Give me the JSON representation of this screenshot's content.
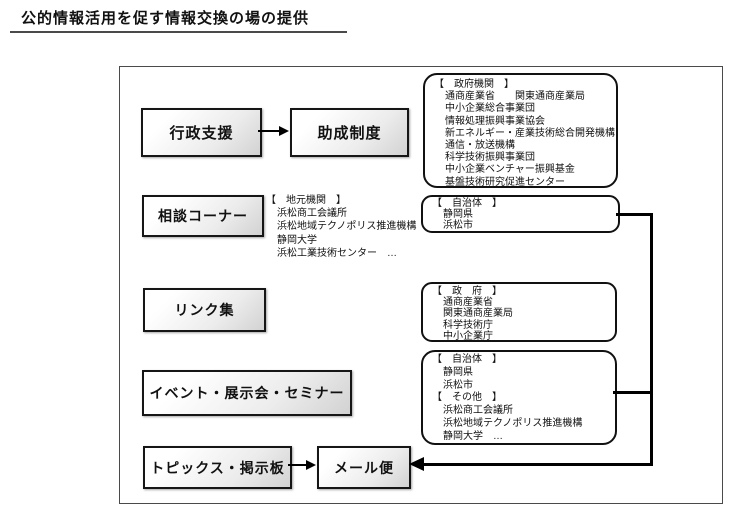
{
  "title": "公的情報活用を促す情報交換の場の提供",
  "flow": {
    "admin_support": "行政支援",
    "subsidy_system": "助成制度",
    "consultation_corner": "相談コーナー",
    "links_collection": "リンク集",
    "events_seminars": "イベント・展示会・セミナー",
    "topics_board": "トピックス・掲示板",
    "mail_service": "メール便"
  },
  "local_institutions": {
    "heading": "【　地元機関　】",
    "items": [
      "浜松商工会議所",
      "浜松地域テクノポリス推進機構",
      "静岡大学",
      "浜松工業技術センター　…"
    ]
  },
  "panels": {
    "government_agencies": {
      "heading": "【　政府機関　】",
      "items": [
        "通商産業省　　関東通商産業局",
        "中小企業総合事業団",
        "情報処理振興事業協会",
        "新エネルギー・産業技術総合開発機構",
        "通信・放送機構",
        "科学技術振興事業団",
        "中小企業ベンチャー振興基金",
        "基盤技術研究促進センター"
      ]
    },
    "municipalities": {
      "heading": "【　自治体　】",
      "items": [
        "静岡県",
        "浜松市"
      ]
    },
    "government": {
      "heading": "【　政　府　】",
      "items": [
        "通商産業省",
        "関東通商産業局",
        "科学技術庁",
        "中小企業庁"
      ]
    },
    "municipalities_others": {
      "heading1": "【　自治体　】",
      "items1": [
        "静岡県",
        "浜松市"
      ],
      "heading2": "【　その他　】",
      "items2": [
        "浜松商工会議所",
        "浜松地域テクノポリス推進機構",
        "静岡大学　…"
      ]
    }
  }
}
